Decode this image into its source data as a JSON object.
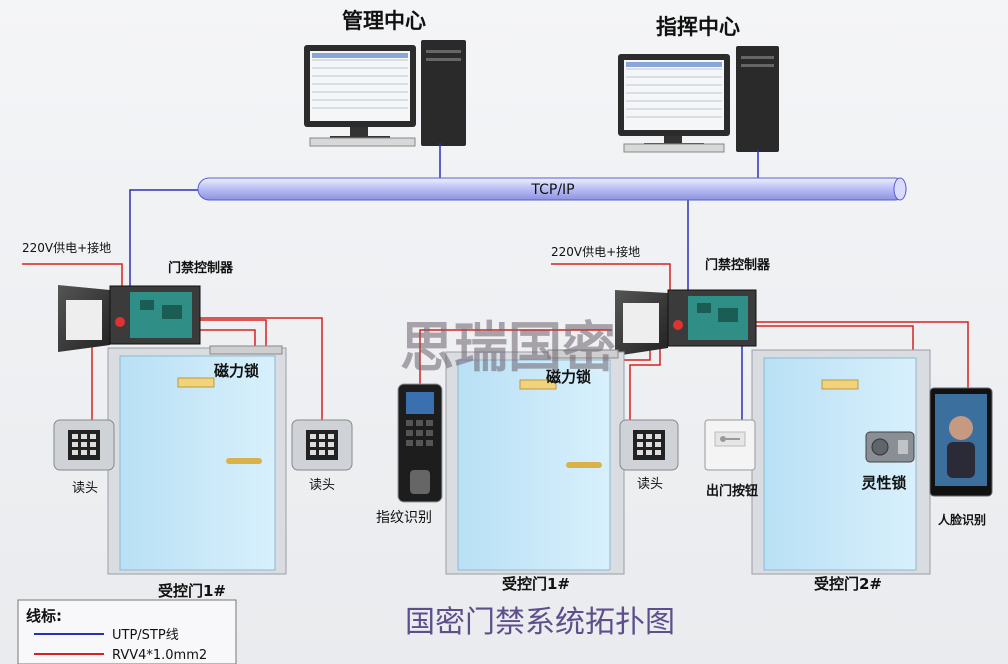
{
  "center_left_label": "管理中心",
  "center_right_label": "指挥中心",
  "network_label": "TCP/IP",
  "power_label_left": "220V供电+接地",
  "power_label_right": "220V供电+接地",
  "controller_label_left": "门禁控制器",
  "controller_label_right": "门禁控制器",
  "maglock_label_left": "磁力锁",
  "maglock_label_mid": "磁力锁",
  "reader_label_1": "读头",
  "reader_label_2": "读头",
  "reader_label_3": "读头",
  "fingerprint_label": "指纹识别",
  "exit_button_label": "出门按钮",
  "electric_lock_label": "灵性锁",
  "face_label": "人脸识别",
  "door_label_1": "受控门1#",
  "door_label_2": "受控门1#",
  "door_label_3": "受控门2#",
  "diagram_title": "国密门禁系统拓扑图",
  "watermark": "思瑞国密",
  "legend": {
    "title": "线标:",
    "items": [
      {
        "label": "UTP/STP线",
        "color": "#2a2fb8"
      },
      {
        "label": "RVV4*1.0mm2",
        "color": "#d62222"
      }
    ]
  },
  "colors": {
    "utp": "#2a2fb8",
    "rvv": "#d62222",
    "bus": "#c9ccff"
  }
}
